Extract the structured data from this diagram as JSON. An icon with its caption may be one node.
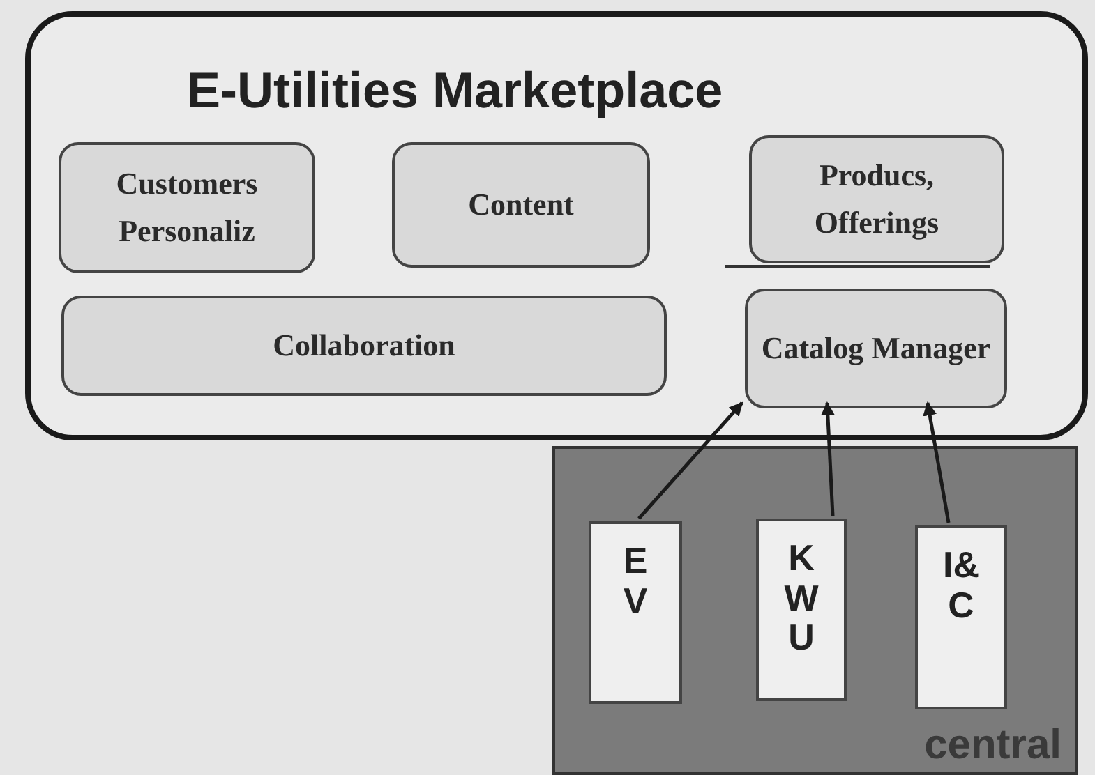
{
  "diagram": {
    "nodes": [
      {
        "text": [
          "E-Utilities Marketplace"
        ]
      },
      {
        "text": [
          "Customers Personaliz"
        ],
        "in": 0
      },
      {
        "text": [
          "Content"
        ],
        "in": 0
      },
      {
        "text": [
          "Producs, Offerings"
        ],
        "in": 0
      },
      {
        "text": [
          "Collaboration"
        ],
        "in": 0
      },
      {
        "text": [
          "Catalog Manager"
        ],
        "in": 0
      },
      {
        "text": [
          "central"
        ]
      },
      {
        "text": [
          "EV"
        ],
        "in": 6
      },
      {
        "text": [
          "KWU"
        ],
        "in": 6
      },
      {
        "text": [
          "I&C"
        ],
        "in": 6
      }
    ],
    "edges": [
      {
        "from": 7,
        "to": 5,
        "arrow": "to"
      },
      {
        "from": 8,
        "to": 5,
        "arrow": "to"
      },
      {
        "from": 9,
        "to": 5,
        "arrow": "to"
      }
    ]
  }
}
